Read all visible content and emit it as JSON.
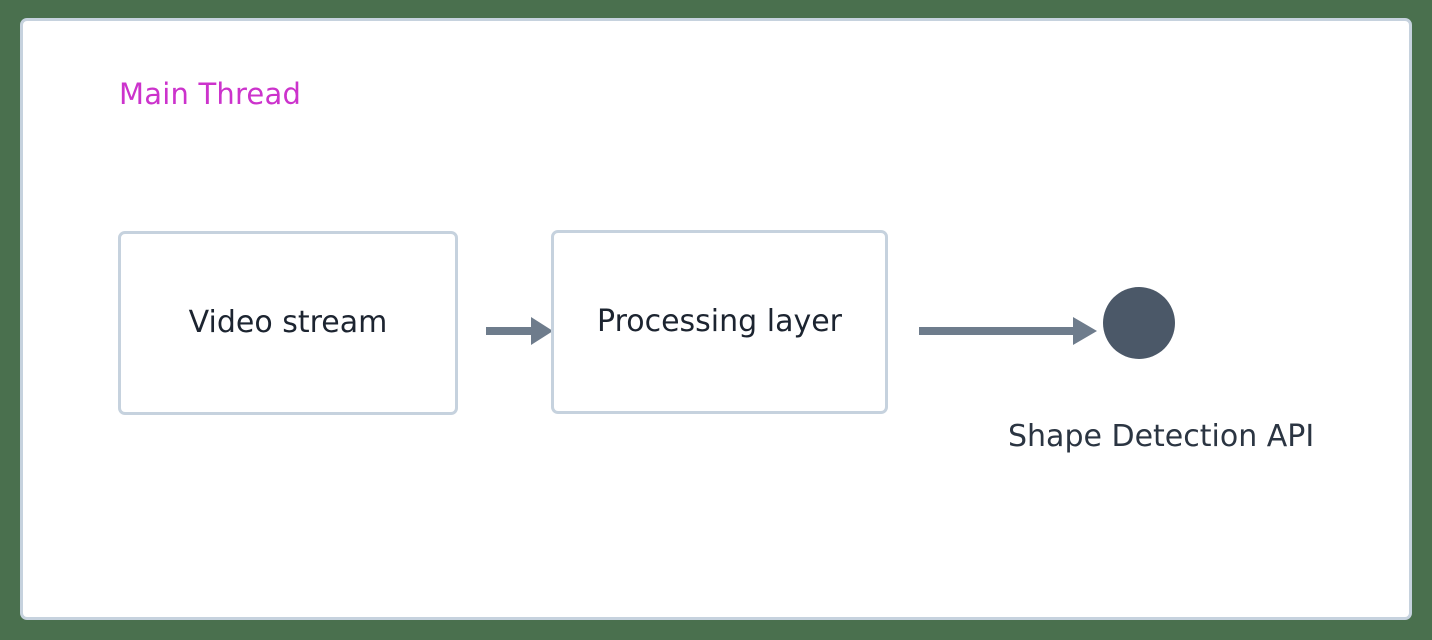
{
  "diagram": {
    "background_color": "#4a704e",
    "card": {
      "background_color": "#ffffff",
      "border_color": "#c6d2de"
    },
    "cluster": {
      "title": "Main Thread",
      "title_color": "#cc33cc"
    },
    "nodes": [
      {
        "id": "video-stream",
        "label": "Video stream",
        "shape": "rounded-rectangle",
        "border_color": "#c6d2de",
        "fill_color": "#ffffff",
        "text_color": "#1c2430"
      },
      {
        "id": "processing-layer",
        "label": "Processing layer",
        "shape": "rounded-rectangle",
        "border_color": "#c6d2de",
        "fill_color": "#ffffff",
        "text_color": "#1c2430"
      },
      {
        "id": "shape-detection-api",
        "label": "Shape Detection API",
        "shape": "circle",
        "fill_color": "#4b5868",
        "text_color": "#2b3542"
      }
    ],
    "edges": [
      {
        "id": "video-to-processing",
        "from": "video-stream",
        "to": "processing-layer",
        "label": "",
        "color": "#6e7c8c",
        "arrowhead": "triangle"
      },
      {
        "id": "processing-to-api",
        "from": "processing-layer",
        "to": "shape-detection-api",
        "label": "",
        "color": "#6e7c8c",
        "arrowhead": "triangle"
      }
    ]
  }
}
